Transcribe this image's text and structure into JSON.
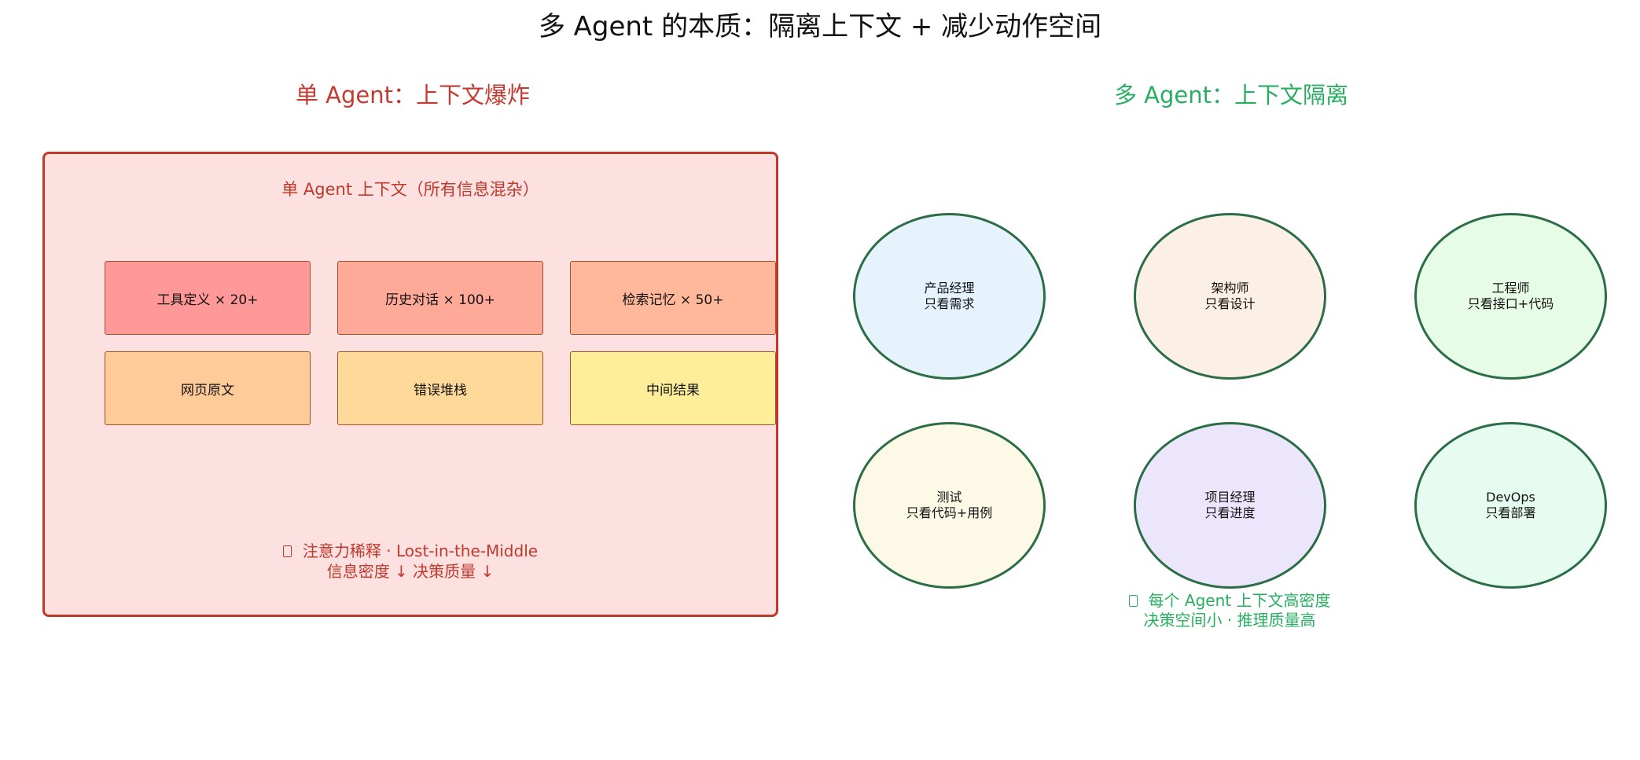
{
  "title": "多 Agent 的本质：隔离上下文 + 减少动作空间",
  "left": {
    "heading": "单 Agent：上下文爆炸",
    "panel_caption": "单 Agent 上下文（所有信息混杂）",
    "blocks": [
      {
        "label": "工具定义 × 20+",
        "color": "#ff9999"
      },
      {
        "label": "历史对话 × 100+",
        "color": "#ffaa99"
      },
      {
        "label": "检索记忆 × 50+",
        "color": "#ffb899"
      },
      {
        "label": "网页原文",
        "color": "#ffcc99"
      },
      {
        "label": "错误堆栈",
        "color": "#ffd999"
      },
      {
        "label": "中间结果",
        "color": "#ffee99"
      }
    ],
    "note_line1": "注意力稀释 ·  Lost-in-the-Middle",
    "note_line2": "信息密度 ↓ 决策质量 ↓"
  },
  "right": {
    "heading": "多 Agent：上下文隔离",
    "agents": [
      {
        "role": "产品经理",
        "scope": "只看需求",
        "color": "#e6f3fc"
      },
      {
        "role": "架构师",
        "scope": "只看设计",
        "color": "#fcefe6"
      },
      {
        "role": "工程师",
        "scope": "只看接口+代码",
        "color": "#e6fce6"
      },
      {
        "role": "测试",
        "scope": "只看代码+用例",
        "color": "#fcfae6"
      },
      {
        "role": "项目经理",
        "scope": "只看进度",
        "color": "#ece6fc"
      },
      {
        "role": "DevOps",
        "scope": "只看部署",
        "color": "#e6fcf1"
      }
    ],
    "note_line1": "每个 Agent 上下文高密度",
    "note_line2": "决策空间小 ·  推理质量高"
  },
  "colors": {
    "red": "#c0392b",
    "green": "#27ae60",
    "panel_bg": "#fde0e0",
    "ellipse_stroke": "#2b6e46"
  }
}
